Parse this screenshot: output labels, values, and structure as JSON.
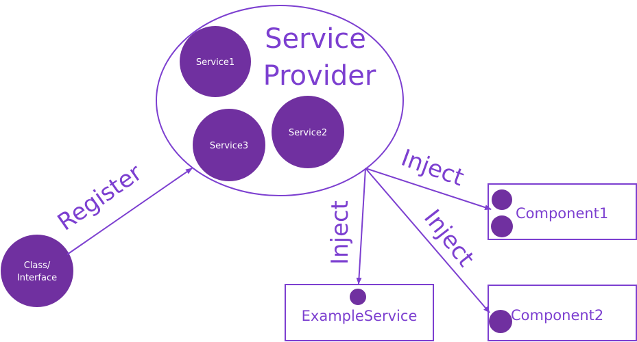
{
  "colors": {
    "line": "#7c3fd0",
    "fill": "#7030a0"
  },
  "provider": {
    "title_line1": "Service",
    "title_line2": "Provider"
  },
  "services": [
    "Service1",
    "Service2",
    "Service3"
  ],
  "source": {
    "line1": "Class/",
    "line2": "Interface"
  },
  "edges": {
    "register": "Register",
    "inject": "Inject"
  },
  "targets": {
    "component1": "Component1",
    "example": "ExampleService",
    "component2": "Component2"
  }
}
